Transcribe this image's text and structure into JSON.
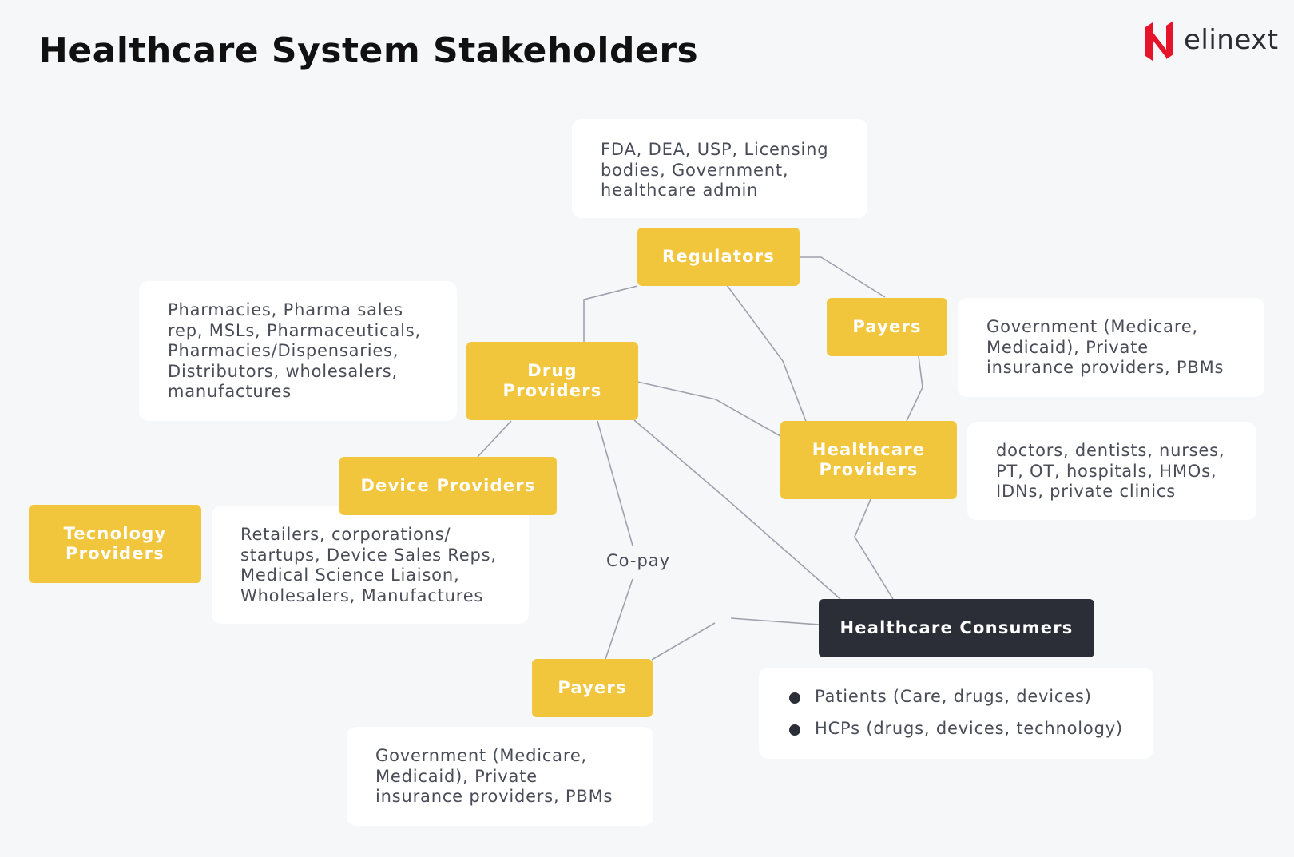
{
  "header": {
    "title": "Healthcare System Stakeholders"
  },
  "brand": {
    "name": "elinext",
    "logo_color": "#e5142b"
  },
  "colors": {
    "node": "#f2c63c",
    "consumer_node": "#2b2e37",
    "card": "#ffffff",
    "line": "#9ea1ad"
  },
  "nodes": {
    "regulators": "Regulators",
    "payers_right": "Payers",
    "drug_providers": "Drug\nProviders",
    "healthcare_providers": "Healthcare\nProviders",
    "device_providers": "Device Providers",
    "technology_providers": "Tecnology\nProviders",
    "payers_bottom": "Payers",
    "healthcare_consumers": "Healthcare Consumers"
  },
  "cards": {
    "regulators": "FDA, DEA, USP, Licensing\nbodies, Government,\nhealthcare admin",
    "drug_providers": "Pharmacies, Pharma sales\nrep, MSLs, Pharmaceuticals,\nPharmacies/Dispensaries,\nDistributors, wholesalers,\nmanufactures",
    "payers_right": "Government (Medicare,\nMedicaid), Private\ninsurance providers, PBMs",
    "healthcare_providers": "doctors, dentists, nurses,\nPT, OT, hospitals, HMOs,\nIDNs, private clinics",
    "device_providers": "Retailers, corporations/\nstartups, Device Sales Reps,\nMedical Science Liaison,\nWholesalers, Manufactures",
    "payers_bottom": "Government (Medicare,\nMedicaid), Private\ninsurance providers, PBMs",
    "consumers": [
      "Patients (Care, drugs, devices)",
      "HCPs (drugs, devices, technology)"
    ]
  },
  "edge_labels": {
    "copay": "Co-pay"
  }
}
